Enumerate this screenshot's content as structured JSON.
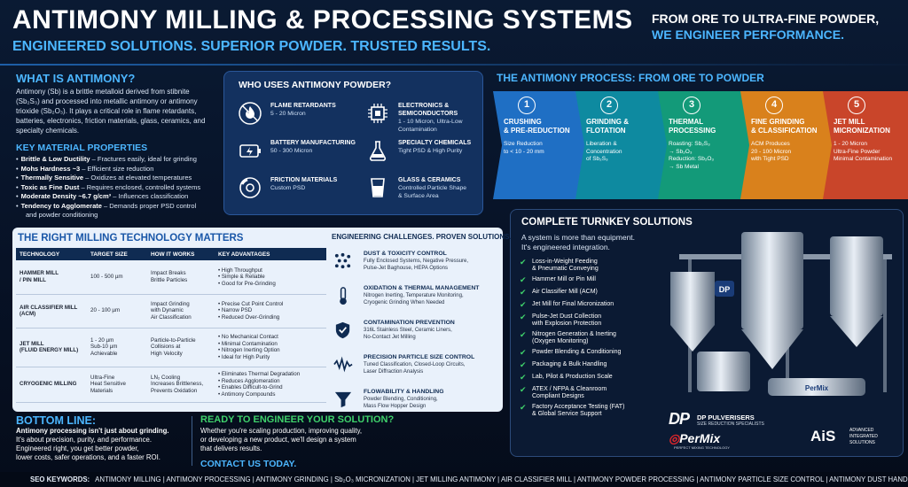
{
  "header": {
    "title": "ANTIMONY MILLING & PROCESSING SYSTEMS",
    "subtitle": "ENGINEERED SOLUTIONS. SUPERIOR POWDER. TRUSTED RESULTS.",
    "tagline_line1": "FROM ORE TO ULTRA-FINE POWDER,",
    "tagline_line2": "WE ENGINEER PERFORMANCE."
  },
  "what": {
    "heading": "WHAT IS ANTIMONY?",
    "text": "Antimony (Sb) is a brittle metalloid derived from stibnite (Sb₂S₃) and processed into metallic antimony or antimony trioxide (Sb₂O₃). It plays a critical role in flame retardants, batteries, electronics, friction materials, glass, ceramics, and specialty chemicals."
  },
  "props": {
    "heading": "KEY MATERIAL PROPERTIES",
    "items": [
      {
        "b": "Brittle & Low Ductility",
        "t": " – Fractures easily, ideal for grinding"
      },
      {
        "b": "Mohs Hardness ~3",
        "t": " – Efficient size reduction"
      },
      {
        "b": "Thermally Sensitive",
        "t": " – Oxidizes at elevated temperatures"
      },
      {
        "b": "Toxic as Fine Dust",
        "t": " – Requires enclosed, controlled systems"
      },
      {
        "b": "Moderate Density ~6.7 g/cm³",
        "t": " – Influences classification"
      },
      {
        "b": "Tendency to Agglomerate",
        "t": " – Demands proper PSD control"
      },
      {
        "b": "",
        "t": "and powder conditioning"
      }
    ]
  },
  "who": {
    "title": "WHO USES ANTIMONY POWDER?",
    "left": [
      {
        "title": "FLAME RETARDANTS",
        "desc": [
          "5 - 20 Micron"
        ],
        "icon": "flame-icon"
      },
      {
        "title": "BATTERY MANUFACTURING",
        "desc": [
          "50 - 300 Micron"
        ],
        "icon": "battery-icon"
      },
      {
        "title": "FRICTION MATERIALS",
        "desc": [
          "Custom PSD"
        ],
        "icon": "brake-disc-icon"
      }
    ],
    "right": [
      {
        "title": "ELECTRONICS &",
        "title2": "SEMICONDUCTORS",
        "desc": [
          "1 - 10 Micron, Ultra-Low",
          "Contamination"
        ],
        "icon": "chip-icon"
      },
      {
        "title": "SPECIALTY CHEMICALS",
        "desc": [
          "Tight PSD & High Purity"
        ],
        "icon": "flask-icon"
      },
      {
        "title": "GLASS & CERAMICS",
        "desc": [
          "Controlled Particle Shape",
          "& Surface Area"
        ],
        "icon": "glass-icon"
      }
    ]
  },
  "process": {
    "title": "THE ANTIMONY PROCESS: FROM ORE TO POWDER",
    "steps": [
      {
        "num": "1",
        "title": [
          "CRUSHING",
          "& PRE-REDUCTION"
        ],
        "desc": [
          "Size Reduction",
          "to < 10 - 20 mm"
        ],
        "color": "#1f6fc4"
      },
      {
        "num": "2",
        "title": [
          "GRINDING &",
          "FLOTATION"
        ],
        "desc": [
          "Liberation &",
          "Concentration",
          "of Sb₂S₃"
        ],
        "color": "#0e8aa0"
      },
      {
        "num": "3",
        "title": [
          "THERMAL",
          "PROCESSING"
        ],
        "desc": [
          "Roasting: Sb₂S₃",
          "→ Sb₂O₃",
          "Reduction: Sb₂O₃",
          "→ Sb Metal"
        ],
        "color": "#139a79"
      },
      {
        "num": "4",
        "title": [
          "FINE GRINDING",
          "& CLASSIFICATION"
        ],
        "desc": [
          "ACM Produces",
          "20 - 100 Micron",
          "with Tight PSD"
        ],
        "color": "#d9811c"
      },
      {
        "num": "5",
        "title": [
          "JET MILL",
          "MICRONIZATION"
        ],
        "desc": [
          "1 - 20 Micron",
          "Ultra-Fine Powder",
          "Minimal Contamination"
        ],
        "color": "#c9452a"
      }
    ]
  },
  "turnkey": {
    "heading": "COMPLETE TURNKEY SOLUTIONS",
    "sub1": "A system is more than equipment.",
    "sub2": "It's engineered integration.",
    "items": [
      [
        "Loss-in-Weight Feeding",
        "& Pneumatic Conveying"
      ],
      [
        "Hammer Mill or Pin Mill"
      ],
      [
        "Air Classifier Mill (ACM)"
      ],
      [
        "Jet Mill for Final Micronization"
      ],
      [
        "Pulse-Jet Dust Collection",
        "with Explosion Protection"
      ],
      [
        "Nitrogen Generation & Inerting",
        "(Oxygen Monitoring)"
      ],
      [
        "Powder Blending & Conditioning"
      ],
      [
        "Packaging & Bulk Handling"
      ],
      [
        "Lab, Pilot & Production Scale"
      ],
      [
        "ATEX / NFPA & Cleanroom",
        "Compliant Designs"
      ],
      [
        "Factory Acceptance Testing (FAT)",
        "& Global Service Support"
      ]
    ],
    "logo_dp_name": "DP PULVERISERS",
    "logo_dp_tag": "SIZE REDUCTION SPECIALISTS",
    "logo_permix": "PerMix",
    "logo_permix_tag": "PERFECT MIXING TECHNOLOGY",
    "logo_ais": "AiS",
    "logo_ais_tag": [
      "ADVANCED",
      "INTEGRATED",
      "SOLUTIONS"
    ],
    "machine_badge": "DP",
    "machine_badge2": "PerMix"
  },
  "milling": {
    "title": "THE RIGHT MILLING TECHNOLOGY MATTERS",
    "headers": [
      "TECHNOLOGY",
      "TARGET SIZE",
      "HOW IT WORKS",
      "KEY ADVANTAGES"
    ],
    "rows": [
      {
        "tech": [
          "HAMMER MILL",
          "/ PIN MILL"
        ],
        "size": [
          "100 - 500 µm"
        ],
        "how": [
          "Impact Breaks",
          "Brittle Particles"
        ],
        "adv": [
          "High Throughput",
          "Simple & Reliable",
          "Good for Pre-Grinding"
        ]
      },
      {
        "tech": [
          "AIR CLASSIFIER MILL",
          "(ACM)"
        ],
        "size": [
          "20 - 100 µm"
        ],
        "how": [
          "Impact Grinding",
          "with Dynamic",
          "Air Classification"
        ],
        "adv": [
          "Precise Cut Point Control",
          "Narrow PSD",
          "Reduced Over-Grinding"
        ]
      },
      {
        "tech": [
          "JET MILL",
          "(FLUID ENERGY MILL)"
        ],
        "size": [
          "1 - 20 µm",
          "Sub-10 µm Achievable"
        ],
        "how": [
          "Particle-to-Particle",
          "Collisions at",
          "High Velocity"
        ],
        "adv": [
          "No Mechanical Contact",
          "Minimal Contamination",
          "Nitrogen Inerting Option",
          "Ideal for High Purity"
        ]
      },
      {
        "tech": [
          "CRYOGENIC MILLING"
        ],
        "size": [
          "Ultra-Fine",
          "Heat Sensitive",
          "Materials"
        ],
        "how": [
          "LN₂ Cooling",
          "Increases Brittleness,",
          "Prevents Oxidation"
        ],
        "adv": [
          "Eliminates Thermal Degradation",
          "Reduces Agglomeration",
          "Enables Difficult-to-Grind",
          "Antimony Compounds"
        ]
      }
    ]
  },
  "engineering": {
    "title": "ENGINEERING CHALLENGES. PROVEN SOLUTIONS.",
    "items": [
      {
        "title": "DUST & TOXICITY CONTROL",
        "desc": [
          "Fully Enclosed Systems, Negative Pressure,",
          "Pulse-Jet Baghouse, HEPA Options"
        ],
        "icon": "dust-icon"
      },
      {
        "title": "OXIDATION & THERMAL MANAGEMENT",
        "desc": [
          "Nitrogen Inerting, Temperature Monitoring,",
          "Cryogenic Grinding When Needed"
        ],
        "icon": "thermometer-icon"
      },
      {
        "title": "CONTAMINATION PREVENTION",
        "desc": [
          "316L Stainless Steel, Ceramic Liners,",
          "No-Contact Jet Milling"
        ],
        "icon": "shield-check-icon"
      },
      {
        "title": "PRECISION PARTICLE SIZE CONTROL",
        "desc": [
          "Tuned Classification, Closed-Loop Circuits,",
          "Laser Diffraction Analysis"
        ],
        "icon": "waveform-icon"
      },
      {
        "title": "FLOWABILITY & HANDLING",
        "desc": [
          "Powder Blending, Conditioning,",
          "Mass Flow Hopper Design"
        ],
        "icon": "funnel-icon"
      }
    ]
  },
  "bottom": {
    "heading": "BOTTOM LINE:",
    "lines": [
      "Antimony processing isn't just about grinding.",
      "It's about precision, purity, and performance.",
      "Engineered right, you get better powder,",
      "lower costs, safer operations, and a faster ROI."
    ]
  },
  "ready": {
    "heading": "READY TO ENGINEER YOUR SOLUTION?",
    "lines": [
      "Whether you're scaling production, improving quality,",
      "or developing a new product, we'll design a system",
      "that delivers results."
    ],
    "contact": "CONTACT US TODAY."
  },
  "seo": {
    "label": "SEO KEYWORDS:",
    "text": "ANTIMONY MILLING | ANTIMONY PROCESSING | ANTIMONY GRINDING | Sb₂O₃ MICRONIZATION | JET MILLING ANTIMONY | AIR CLASSIFIER MILL | ANTIMONY POWDER PROCESSING | ANTIMONY PARTICLE SIZE CONTROL | ANTIMONY DUST HANDLING"
  }
}
